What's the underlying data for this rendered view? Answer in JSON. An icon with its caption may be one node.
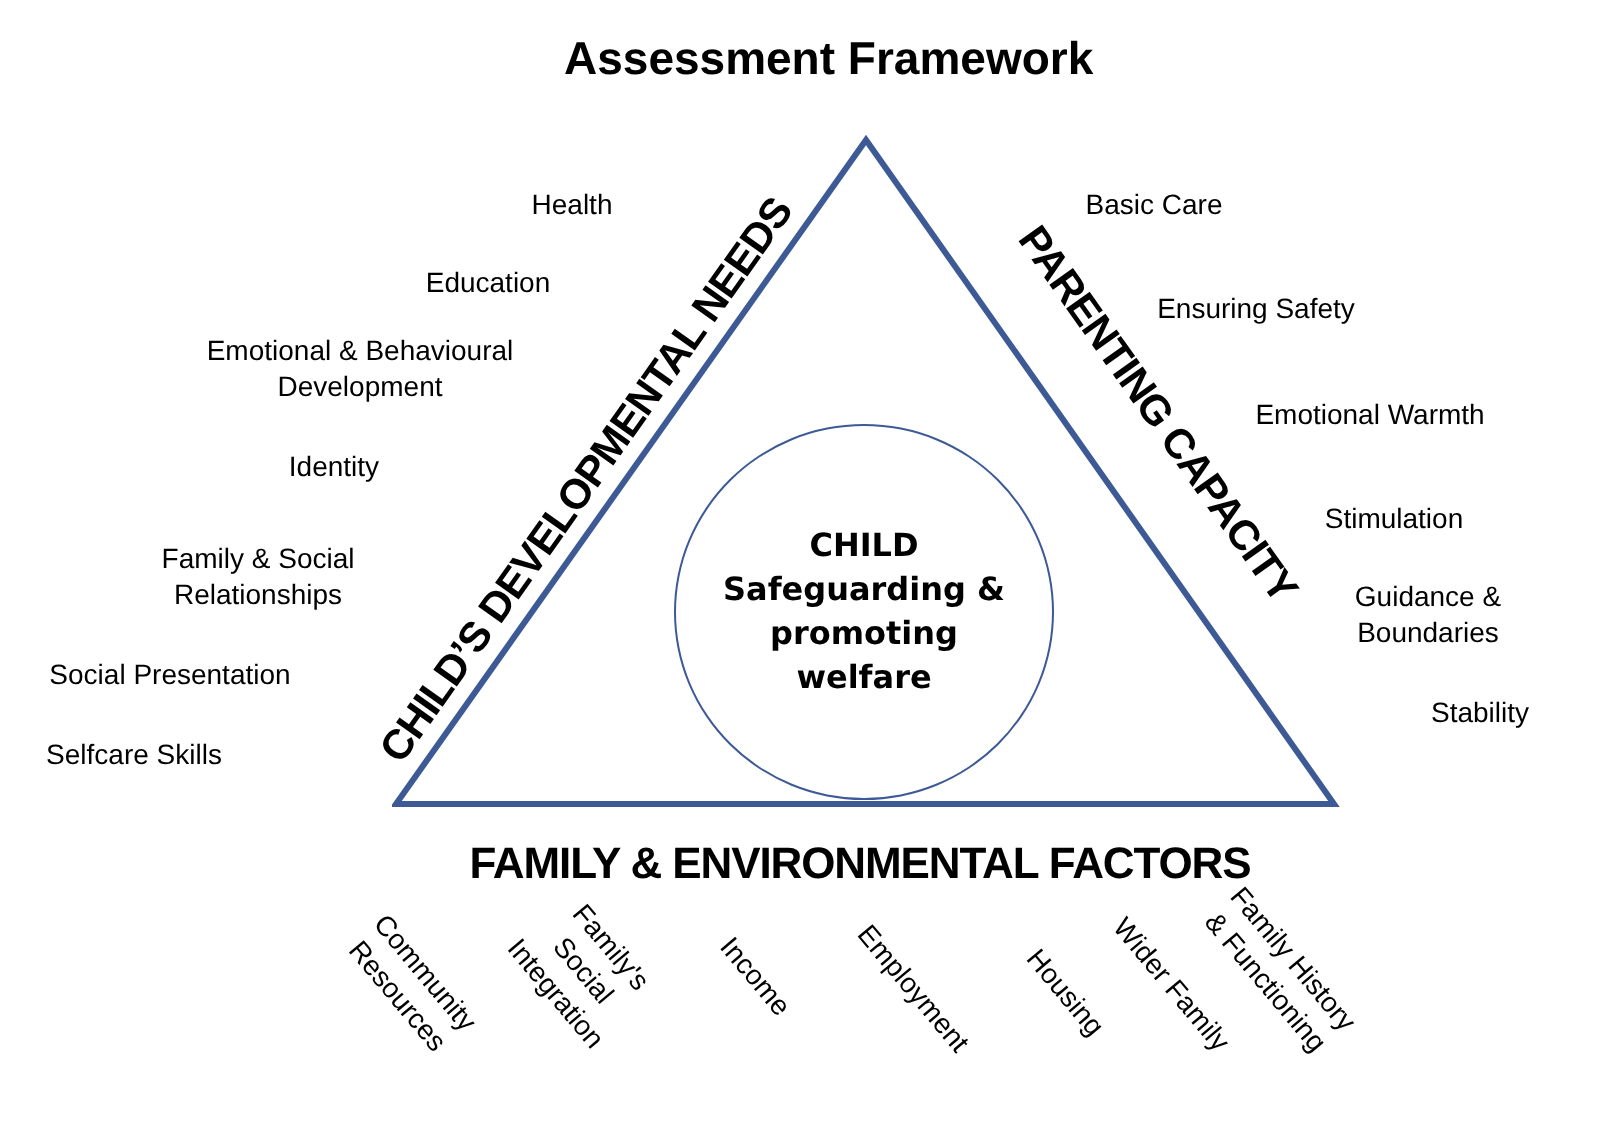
{
  "diagram": {
    "title": "Assessment Framework",
    "nodes": [
      {
        "text": [],
        "shape": "triangle"
      },
      {
        "text": [
          "CHILD",
          "Safeguarding & promoting welfare"
        ],
        "in": 0
      }
    ],
    "labels": [
      "CHILD’S DEVELOPMENTAL NEEDS",
      "PARENTING CAPACITY",
      "Health",
      "Basic Care",
      "Education",
      "Ensuring Safety",
      "Emotional & Behavioural Development",
      "Emotional Warmth",
      "Identity",
      "Stimulation",
      "Family & Social Relationships",
      "Guidance & Boundaries",
      "Social Presentation",
      "Stability",
      "Selfcare Skills",
      "FAMILY & ENVIRONMENTAL FACTORS",
      "Community Resources",
      "Family's Social Integration",
      "Income",
      "Employment",
      "Housing",
      "Wider Family",
      "Family History & Functioning"
    ]
  }
}
